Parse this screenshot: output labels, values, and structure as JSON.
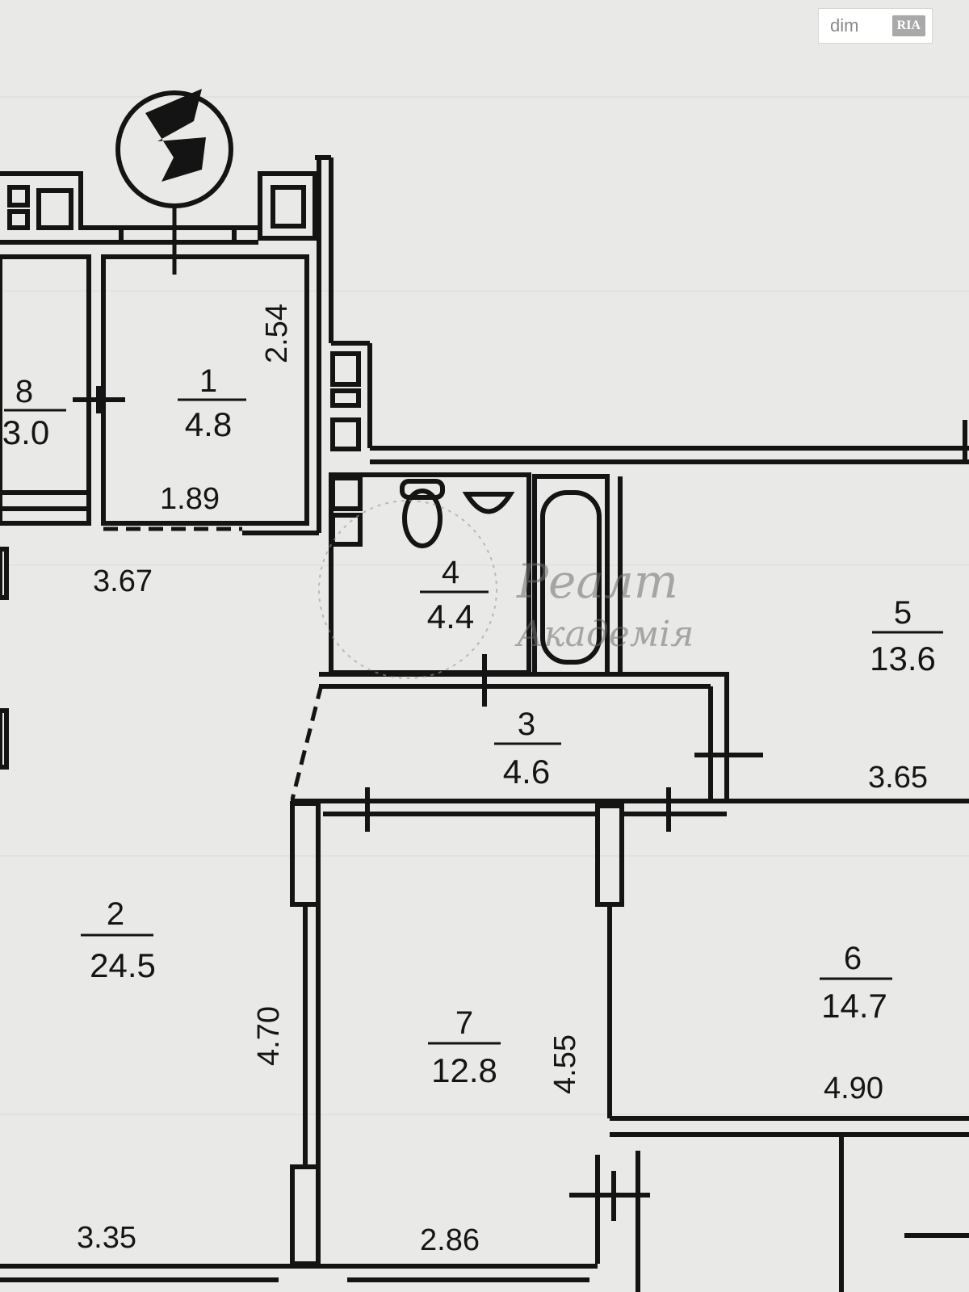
{
  "rooms": [
    {
      "number": "8",
      "area": "3.0"
    },
    {
      "number": "1",
      "area": "4.8"
    },
    {
      "number": "4",
      "area": "4.4"
    },
    {
      "number": "5",
      "area": "13.6"
    },
    {
      "number": "3",
      "area": "4.6"
    },
    {
      "number": "2",
      "area": "24.5"
    },
    {
      "number": "6",
      "area": "14.7"
    },
    {
      "number": "7",
      "area": "12.8"
    }
  ],
  "dimensions": [
    "2.54",
    "1.89",
    "3.67",
    "3.65",
    "4.70",
    "4.55",
    "4.90",
    "3.35",
    "2.86"
  ],
  "watermark": {
    "line1": "Реалт",
    "line2": "Академія"
  },
  "logo": {
    "part1": "dim",
    "part2": "RIA"
  },
  "colors": {
    "paper": "#e9e9e7",
    "ink": "#141414"
  }
}
